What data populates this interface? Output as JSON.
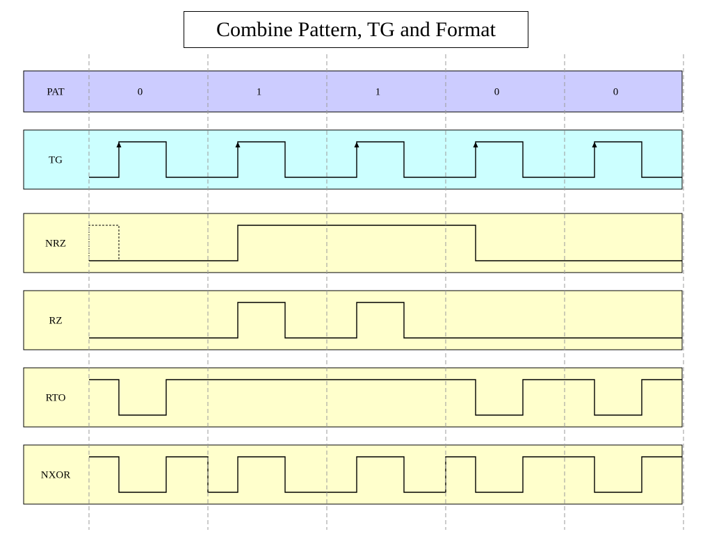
{
  "title": "Combine Pattern, TG and Format",
  "colors": {
    "pat_row": "#ccccff",
    "tg_row": "#ccffff",
    "format_row": "#ffffcc",
    "wave": "#000000",
    "grid": "#9a9a9a"
  },
  "pattern_bits": [
    "0",
    "1",
    "1",
    "0",
    "0"
  ],
  "rows": [
    {
      "id": "pat",
      "label": "PAT",
      "kind": "pattern"
    },
    {
      "id": "tg",
      "label": "TG",
      "kind": "wave",
      "levels": [
        0,
        1,
        0,
        0,
        1,
        0,
        0,
        1,
        0,
        0,
        1,
        0,
        0,
        1,
        0
      ],
      "arrows": true
    },
    {
      "id": "nrz",
      "label": "NRZ",
      "kind": "wave",
      "levels": [
        1,
        0,
        0,
        0,
        1,
        1,
        1,
        1,
        1,
        1,
        0,
        0,
        0,
        0,
        0
      ],
      "dashed_first": true
    },
    {
      "id": "rz",
      "label": "RZ",
      "kind": "wave",
      "levels": [
        0,
        0,
        0,
        0,
        1,
        0,
        0,
        1,
        0,
        0,
        0,
        0,
        0,
        0,
        0
      ]
    },
    {
      "id": "rto",
      "label": "RTO",
      "kind": "wave",
      "levels": [
        1,
        0,
        1,
        1,
        1,
        1,
        1,
        1,
        1,
        1,
        0,
        1,
        1,
        0,
        1
      ]
    },
    {
      "id": "nxor",
      "label": "NXOR",
      "kind": "wave",
      "levels": [
        1,
        0,
        1,
        0,
        1,
        0,
        0,
        1,
        0,
        1,
        0,
        1,
        1,
        0,
        1
      ]
    }
  ]
}
